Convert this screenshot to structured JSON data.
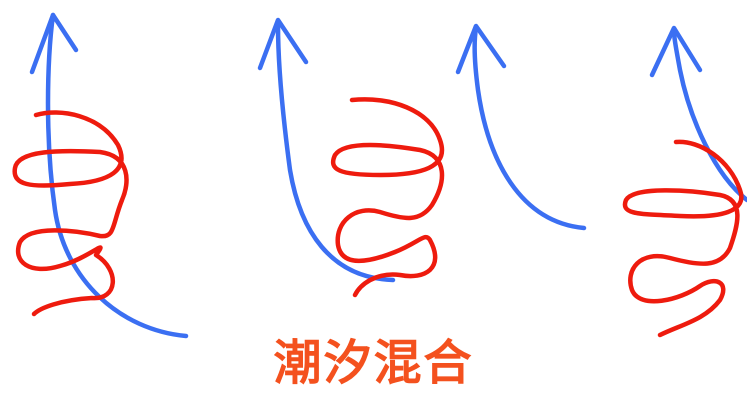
{
  "caption": "潮汐混合",
  "colors": {
    "current_arrow": "#3b6ff2",
    "mixing_spiral": "#ee1b0e",
    "caption": "#f4511e",
    "background": "#ffffff"
  },
  "panels": [
    {
      "name": "panel-1",
      "arrow": "blue-upward-arrow",
      "spiral": "red-spiral"
    },
    {
      "name": "panel-2",
      "arrow": "blue-upward-arrow",
      "spiral": "red-spiral"
    },
    {
      "name": "panel-3",
      "arrow": "blue-upward-arrow",
      "spiral": null
    },
    {
      "name": "panel-4",
      "arrow": "blue-upward-arrow",
      "spiral": "red-spiral"
    }
  ]
}
